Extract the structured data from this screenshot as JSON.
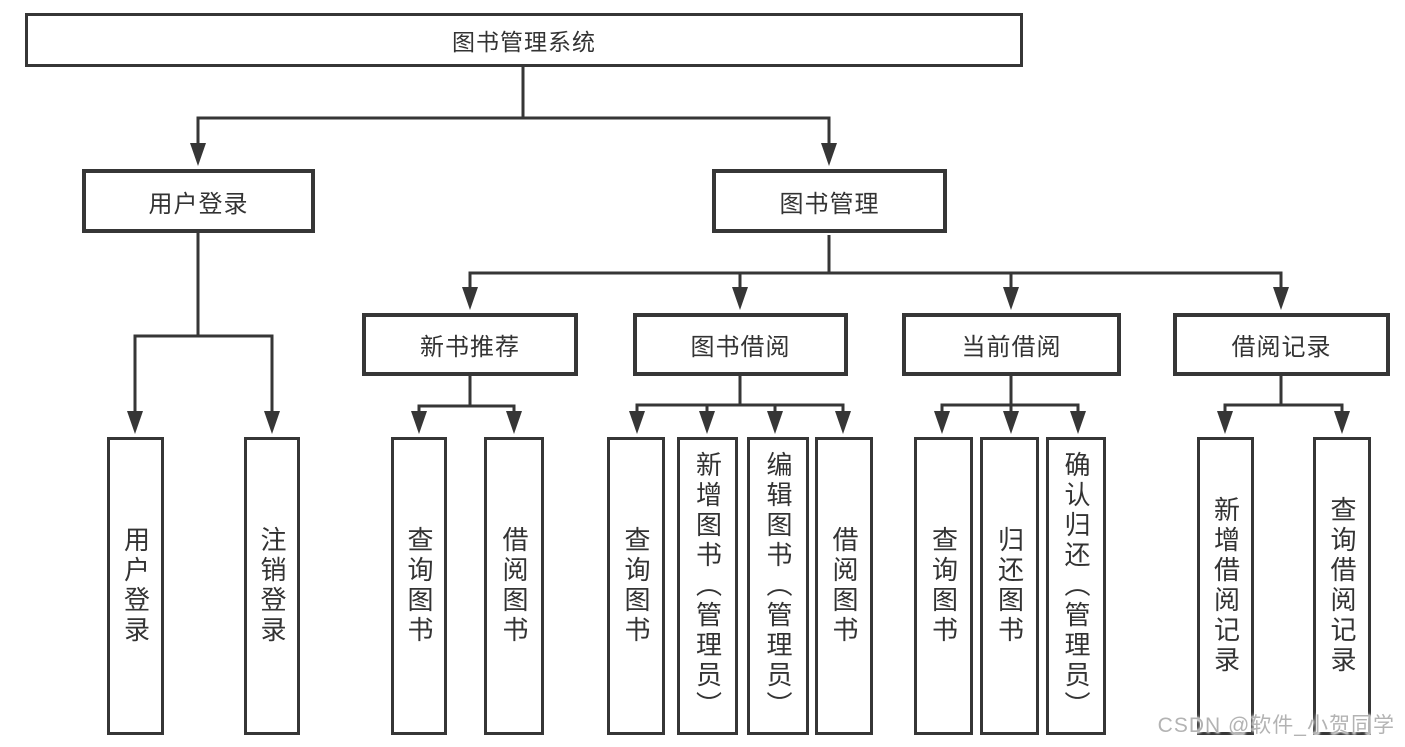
{
  "diagram": {
    "title": "图书管理系统",
    "nodes": {
      "root": "图书管理系统",
      "user_login": "用户登录",
      "book_management": "图书管理",
      "new_book_recommend": "新书推荐",
      "book_borrowing": "图书借阅",
      "current_borrowing": "当前借阅",
      "borrowing_records": "借阅记录",
      "user_login_leaf": "用户登录",
      "logout_leaf": "注销登录",
      "query_books_1": "查询图书",
      "borrow_books_1": "借阅图书",
      "query_books_2": "查询图书",
      "add_books_admin": "新增图书（管理员）",
      "edit_books_admin": "编辑图书（管理员）",
      "borrow_books_2": "借阅图书",
      "query_books_3": "查询图书",
      "return_books": "归还图书",
      "confirm_return_admin": "确认归还（管理员）",
      "add_borrow_record": "新增借阅记录",
      "query_borrow_record": "查询借阅记录"
    },
    "hierarchy": {
      "图书管理系统": {
        "用户登录": [
          "用户登录",
          "注销登录"
        ],
        "图书管理": {
          "新书推荐": [
            "查询图书",
            "借阅图书"
          ],
          "图书借阅": [
            "查询图书",
            "新增图书（管理员）",
            "编辑图书（管理员）",
            "借阅图书"
          ],
          "当前借阅": [
            "查询图书",
            "归还图书",
            "确认归还（管理员）"
          ],
          "借阅记录": [
            "新增借阅记录",
            "查询借阅记录"
          ]
        }
      }
    },
    "colors": {
      "line": "#363636",
      "text": "#333333",
      "background": "#ffffff",
      "watermark": "#b3b3b3"
    }
  },
  "watermark": {
    "text": "CSDN @软件_小贺同学"
  }
}
